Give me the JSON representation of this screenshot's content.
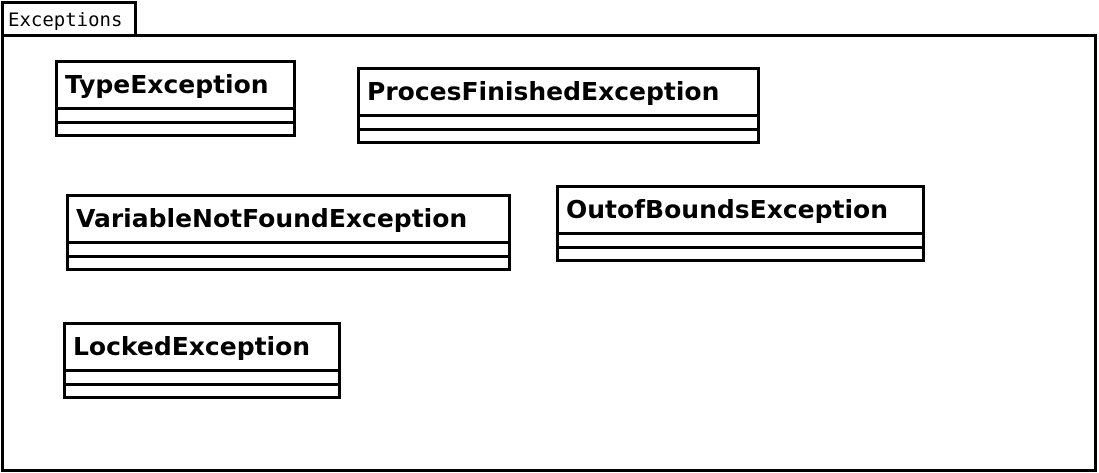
{
  "package": {
    "name": "Exceptions"
  },
  "classes": [
    {
      "name": "TypeException"
    },
    {
      "name": "ProcesFinishedException"
    },
    {
      "name": "VariableNotFoundException"
    },
    {
      "name": "OutofBoundsException"
    },
    {
      "name": "LockedException"
    }
  ]
}
